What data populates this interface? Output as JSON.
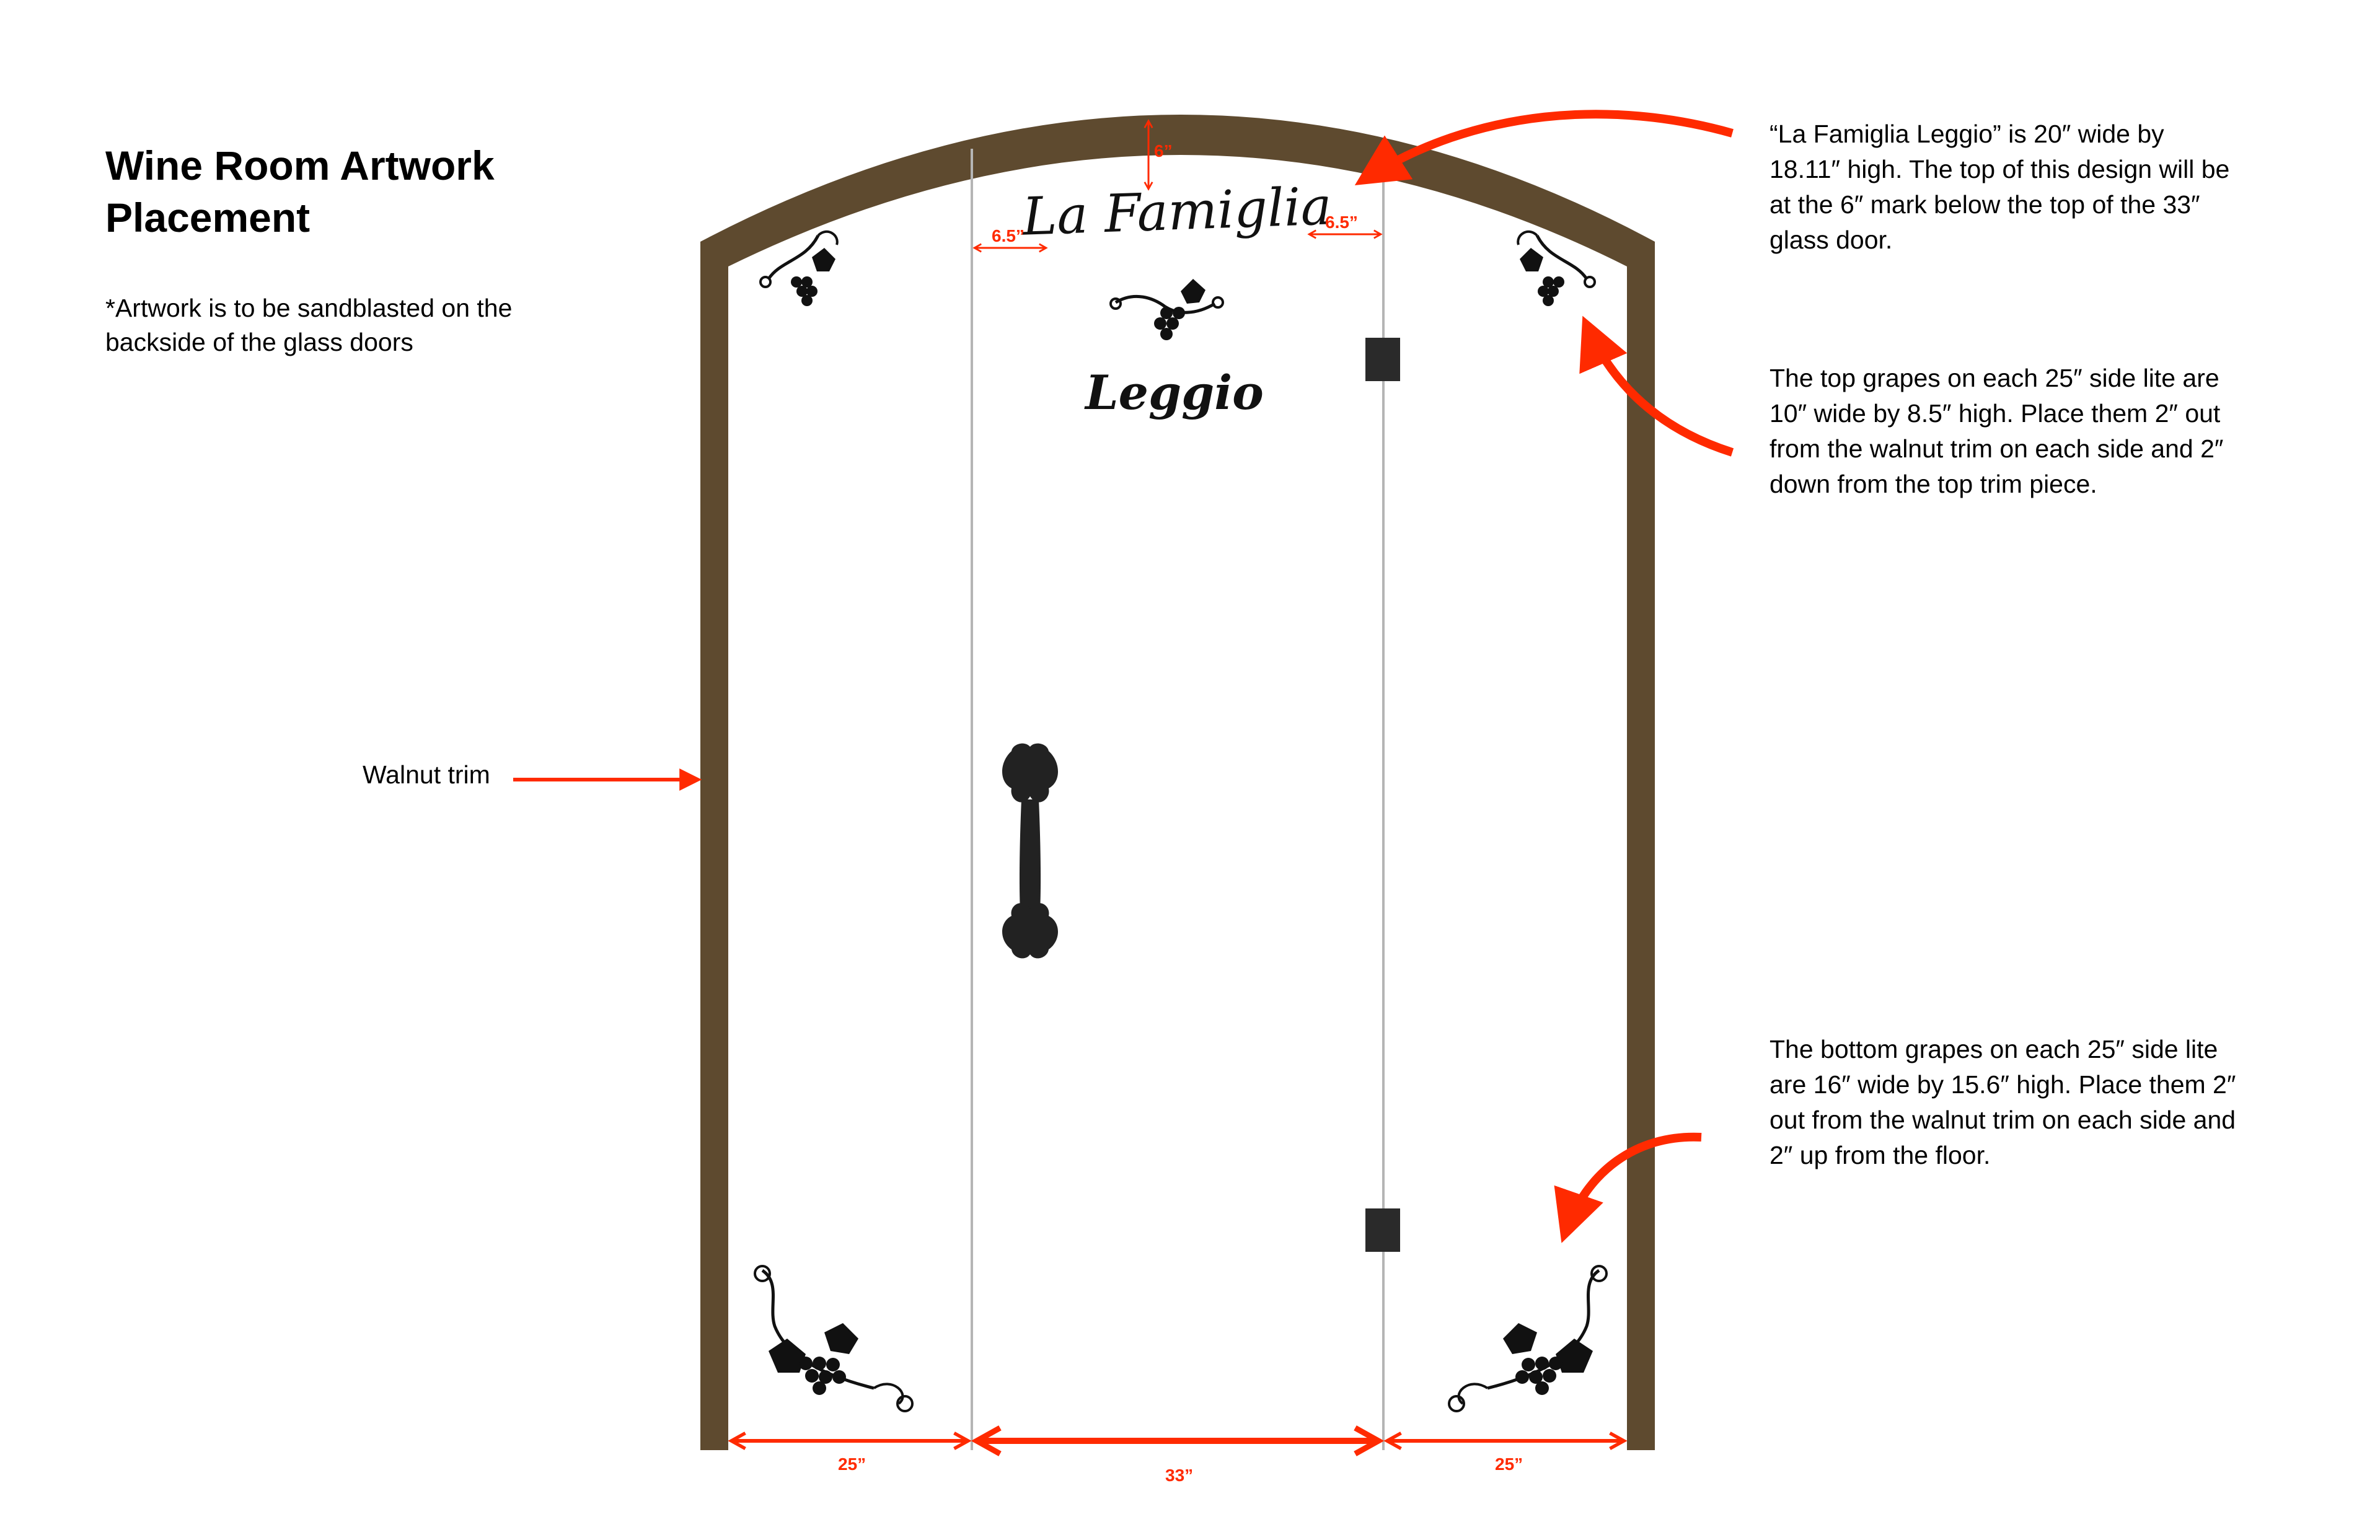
{
  "title": "Wine Room Artwork Placement",
  "subtitle": "*Artwork is to be sandblasted on the backside of the glass doors",
  "labels": {
    "walnut_trim": "Walnut trim"
  },
  "notes": {
    "famiglia": "“La Famiglia Leggio” is 20″ wide by 18.11″ high. The top of this design will be at the 6″ mark below the top of the 33″ glass door.",
    "top_grapes": "The top grapes on each 25″ side lite are 10″ wide by 8.5″ high. Place them 2″ out from the walnut trim on each side and 2″ down from the top trim piece.",
    "bottom_grapes": "The bottom grapes on each 25″ side lite are 16″ wide by 15.6″ high. Place them 2″ out from the walnut trim on each side and 2″ up from the floor."
  },
  "door_text": {
    "line1": "La Famiglia",
    "line2": "Leggio"
  },
  "dimensions": {
    "top_offset": "6”",
    "left_margin": "6.5”",
    "right_margin": "6.5”",
    "left_lite_width": "25”",
    "door_width": "33”",
    "right_lite_width": "25”"
  },
  "colors": {
    "walnut": "#5e4a2f",
    "arrow": "#ff2a00",
    "hardware": "#2a2a2a"
  }
}
